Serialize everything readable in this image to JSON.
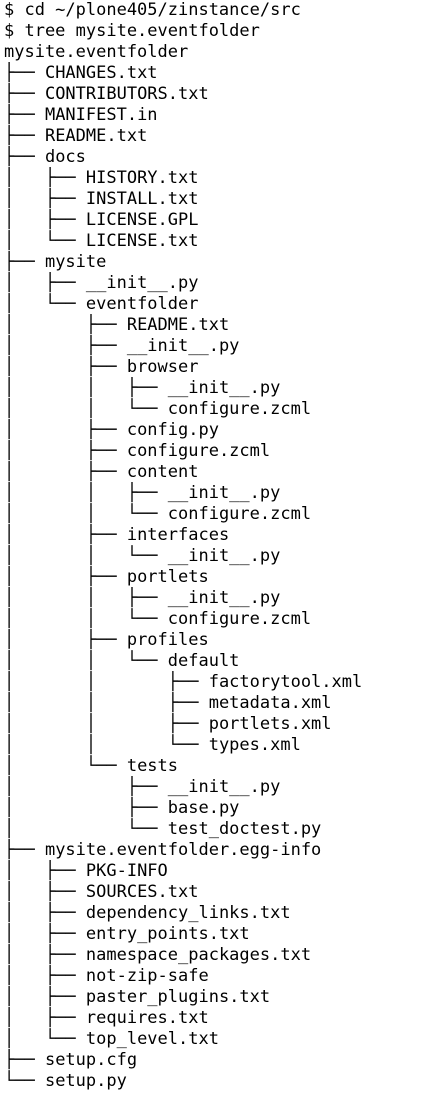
{
  "terminal": {
    "foreground": "#000000",
    "background": "#ffffff",
    "lines": [
      {
        "prefix": "",
        "text": "$ cd ~/plone405/zinstance/src"
      },
      {
        "prefix": "",
        "text": "$ tree mysite.eventfolder"
      },
      {
        "prefix": "",
        "text": "mysite.eventfolder"
      },
      {
        "prefix": "├── ",
        "text": "CHANGES.txt"
      },
      {
        "prefix": "├── ",
        "text": "CONTRIBUTORS.txt"
      },
      {
        "prefix": "├── ",
        "text": "MANIFEST.in"
      },
      {
        "prefix": "├── ",
        "text": "README.txt"
      },
      {
        "prefix": "├── ",
        "text": "docs"
      },
      {
        "prefix": "│   ├── ",
        "text": "HISTORY.txt"
      },
      {
        "prefix": "│   ├── ",
        "text": "INSTALL.txt"
      },
      {
        "prefix": "│   ├── ",
        "text": "LICENSE.GPL"
      },
      {
        "prefix": "│   └── ",
        "text": "LICENSE.txt"
      },
      {
        "prefix": "├── ",
        "text": "mysite"
      },
      {
        "prefix": "│   ├── ",
        "text": "__init__.py"
      },
      {
        "prefix": "│   └── ",
        "text": "eventfolder"
      },
      {
        "prefix": "│       ├── ",
        "text": "README.txt"
      },
      {
        "prefix": "│       ├── ",
        "text": "__init__.py"
      },
      {
        "prefix": "│       ├── ",
        "text": "browser"
      },
      {
        "prefix": "│       │   ├── ",
        "text": "__init__.py"
      },
      {
        "prefix": "│       │   └── ",
        "text": "configure.zcml"
      },
      {
        "prefix": "│       ├── ",
        "text": "config.py"
      },
      {
        "prefix": "│       ├── ",
        "text": "configure.zcml"
      },
      {
        "prefix": "│       ├── ",
        "text": "content"
      },
      {
        "prefix": "│       │   ├── ",
        "text": "__init__.py"
      },
      {
        "prefix": "│       │   └── ",
        "text": "configure.zcml"
      },
      {
        "prefix": "│       ├── ",
        "text": "interfaces"
      },
      {
        "prefix": "│       │   └── ",
        "text": "__init__.py"
      },
      {
        "prefix": "│       ├── ",
        "text": "portlets"
      },
      {
        "prefix": "│       │   ├── ",
        "text": "__init__.py"
      },
      {
        "prefix": "│       │   └── ",
        "text": "configure.zcml"
      },
      {
        "prefix": "│       ├── ",
        "text": "profiles"
      },
      {
        "prefix": "│       │   └── ",
        "text": "default"
      },
      {
        "prefix": "│       │       ├── ",
        "text": "factorytool.xml"
      },
      {
        "prefix": "│       │       ├── ",
        "text": "metadata.xml"
      },
      {
        "prefix": "│       │       ├── ",
        "text": "portlets.xml"
      },
      {
        "prefix": "│       │       └── ",
        "text": "types.xml"
      },
      {
        "prefix": "│       └── ",
        "text": "tests"
      },
      {
        "prefix": "│           ├── ",
        "text": "__init__.py"
      },
      {
        "prefix": "│           ├── ",
        "text": "base.py"
      },
      {
        "prefix": "│           └── ",
        "text": "test_doctest.py"
      },
      {
        "prefix": "├── ",
        "text": "mysite.eventfolder.egg-info"
      },
      {
        "prefix": "│   ├── ",
        "text": "PKG-INFO"
      },
      {
        "prefix": "│   ├── ",
        "text": "SOURCES.txt"
      },
      {
        "prefix": "│   ├── ",
        "text": "dependency_links.txt"
      },
      {
        "prefix": "│   ├── ",
        "text": "entry_points.txt"
      },
      {
        "prefix": "│   ├── ",
        "text": "namespace_packages.txt"
      },
      {
        "prefix": "│   ├── ",
        "text": "not-zip-safe"
      },
      {
        "prefix": "│   ├── ",
        "text": "paster_plugins.txt"
      },
      {
        "prefix": "│   ├── ",
        "text": "requires.txt"
      },
      {
        "prefix": "│   └── ",
        "text": "top_level.txt"
      },
      {
        "prefix": "├── ",
        "text": "setup.cfg"
      },
      {
        "prefix": "└── ",
        "text": "setup.py"
      }
    ]
  }
}
